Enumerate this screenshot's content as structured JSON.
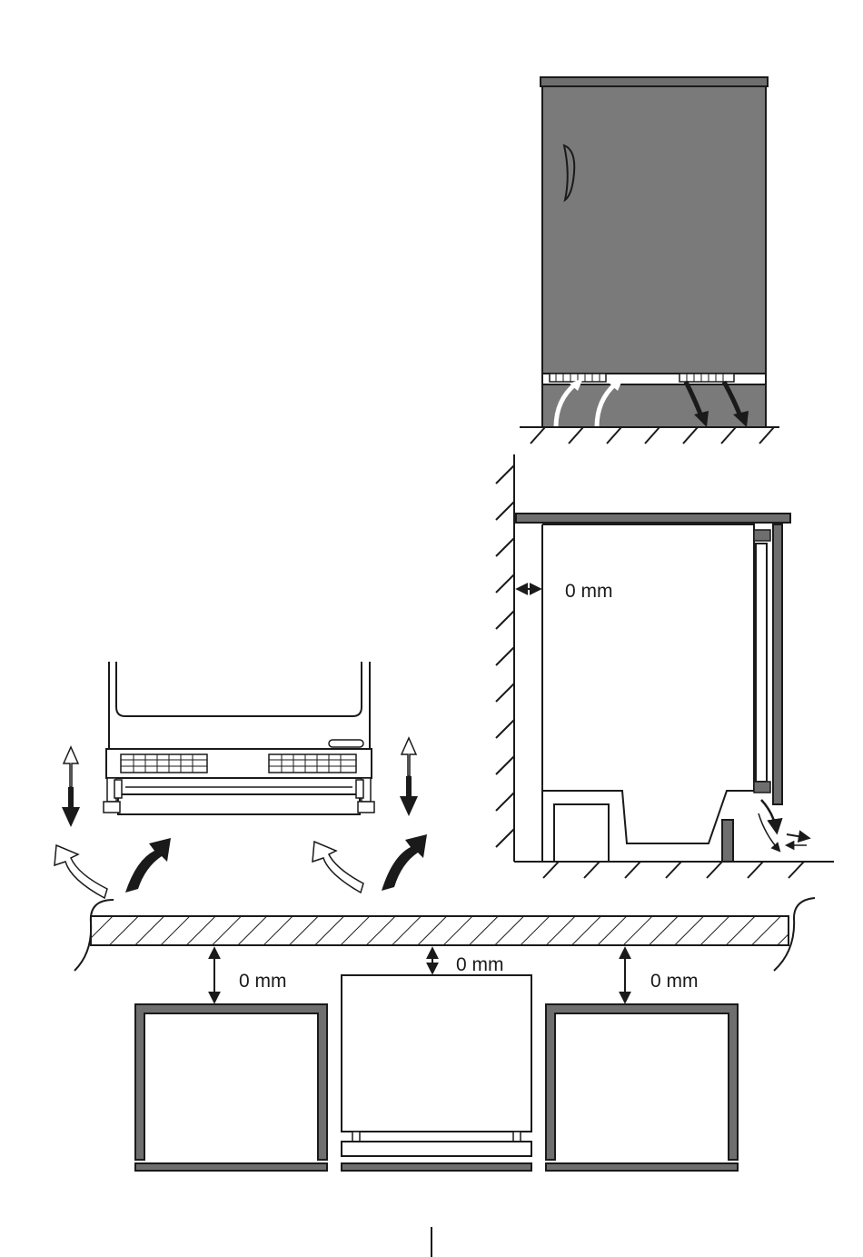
{
  "labels": {
    "side_gap": "0 mm",
    "top_gap_left": "0 mm",
    "top_gap_center": "0 mm",
    "top_gap_right": "0 mm"
  },
  "colors": {
    "line": "#1a1a1a",
    "door_fill": "#7a7a7a",
    "frame_fill": "#6e6e6e",
    "background": "#ffffff"
  },
  "icons": {
    "airflow": "curved-arrow-icon",
    "adjust": "double-arrow-icon",
    "gap": "gap-arrow-icon"
  }
}
